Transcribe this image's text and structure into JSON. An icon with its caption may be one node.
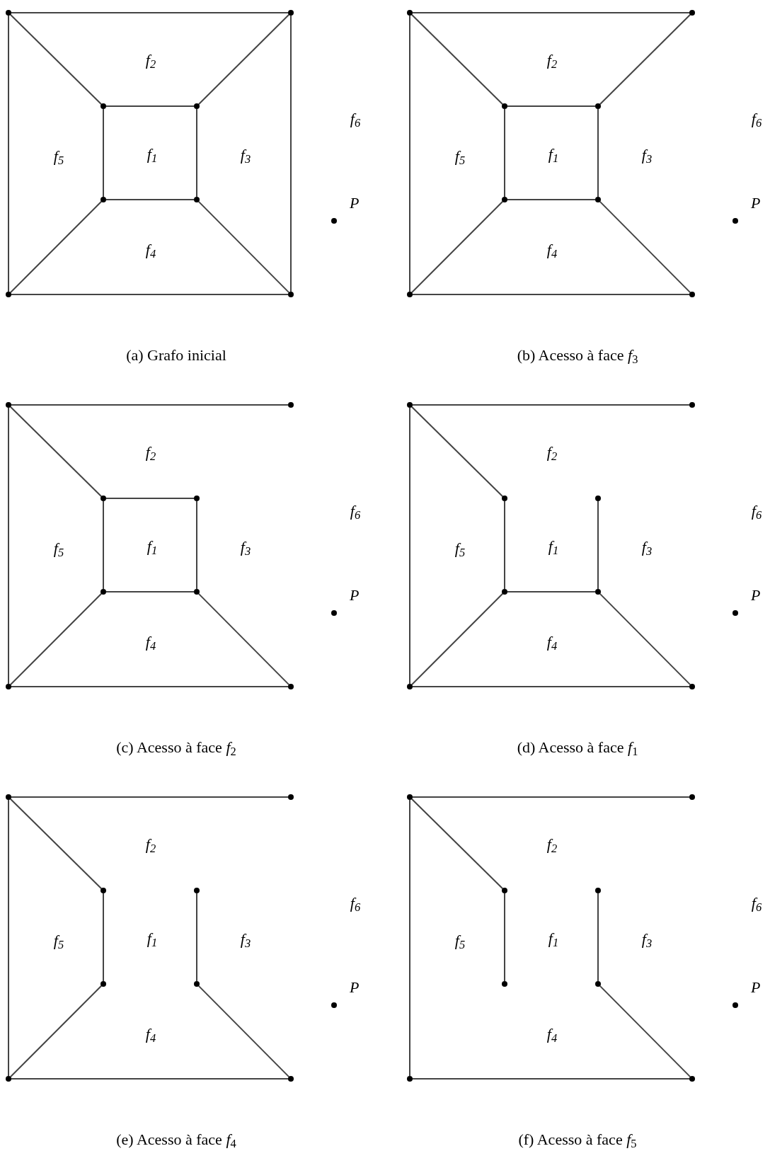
{
  "diagram": {
    "nodes": [
      {
        "text": [],
        "shape": "circle"
      },
      {
        "text": [],
        "shape": "circle"
      },
      {
        "text": [],
        "shape": "circle"
      },
      {
        "text": [],
        "shape": "circle"
      },
      {
        "text": [],
        "shape": "circle"
      },
      {
        "text": [],
        "shape": "circle"
      },
      {
        "text": [],
        "shape": "circle"
      },
      {
        "text": [],
        "shape": "circle"
      },
      {
        "text": [],
        "shape": "circle",
        "beside": [
          "P"
        ]
      },
      {
        "text": [],
        "shape": "circle"
      },
      {
        "text": [],
        "shape": "circle"
      },
      {
        "text": [],
        "shape": "circle"
      },
      {
        "text": [],
        "shape": "circle"
      },
      {
        "text": [],
        "shape": "circle"
      },
      {
        "text": [],
        "shape": "circle"
      },
      {
        "text": [],
        "shape": "circle"
      },
      {
        "text": [],
        "shape": "circle"
      },
      {
        "text": [],
        "shape": "circle",
        "beside": [
          "P"
        ]
      },
      {
        "text": [],
        "shape": "circle"
      },
      {
        "text": [],
        "shape": "circle"
      },
      {
        "text": [],
        "shape": "circle"
      },
      {
        "text": [],
        "shape": "circle"
      },
      {
        "text": [],
        "shape": "circle"
      },
      {
        "text": [],
        "shape": "circle"
      },
      {
        "text": [],
        "shape": "circle"
      },
      {
        "text": [],
        "shape": "circle"
      },
      {
        "text": [],
        "shape": "circle",
        "beside": [
          "P"
        ]
      },
      {
        "text": [],
        "shape": "circle"
      },
      {
        "text": [],
        "shape": "circle"
      },
      {
        "text": [],
        "shape": "circle"
      },
      {
        "text": [],
        "shape": "circle"
      },
      {
        "text": [],
        "shape": "circle"
      },
      {
        "text": [],
        "shape": "circle"
      },
      {
        "text": [],
        "shape": "circle"
      },
      {
        "text": [],
        "shape": "circle"
      },
      {
        "text": [],
        "shape": "circle",
        "beside": [
          "P"
        ]
      },
      {
        "text": [],
        "shape": "circle"
      },
      {
        "text": [],
        "shape": "circle"
      },
      {
        "text": [],
        "shape": "circle"
      },
      {
        "text": [],
        "shape": "circle"
      },
      {
        "text": [],
        "shape": "circle"
      },
      {
        "text": [],
        "shape": "circle"
      },
      {
        "text": [],
        "shape": "circle"
      },
      {
        "text": [],
        "shape": "circle"
      },
      {
        "text": [],
        "shape": "circle",
        "beside": [
          "P"
        ]
      },
      {
        "text": [],
        "shape": "circle"
      },
      {
        "text": [],
        "shape": "circle"
      },
      {
        "text": [],
        "shape": "circle"
      },
      {
        "text": [],
        "shape": "circle"
      },
      {
        "text": [],
        "shape": "circle"
      },
      {
        "text": [],
        "shape": "circle"
      },
      {
        "text": [],
        "shape": "circle"
      },
      {
        "text": [],
        "shape": "circle"
      },
      {
        "text": [],
        "shape": "circle",
        "beside": [
          "P"
        ]
      }
    ],
    "edges": [
      {
        "from": 0,
        "to": 1,
        "arrow": "none"
      },
      {
        "from": 0,
        "to": 2,
        "arrow": "none"
      },
      {
        "from": 1,
        "to": 3,
        "arrow": "none"
      },
      {
        "from": 0,
        "to": 6,
        "arrow": "none"
      },
      {
        "from": 1,
        "to": 7,
        "arrow": "none"
      },
      {
        "from": 2,
        "to": 3,
        "arrow": "none"
      },
      {
        "from": 2,
        "to": 4,
        "arrow": "none"
      },
      {
        "from": 3,
        "to": 5,
        "arrow": "none"
      },
      {
        "from": 4,
        "to": 5,
        "arrow": "none"
      },
      {
        "from": 4,
        "to": 6,
        "arrow": "none"
      },
      {
        "from": 5,
        "to": 7,
        "arrow": "none"
      },
      {
        "from": 6,
        "to": 7,
        "arrow": "none"
      },
      {
        "from": 9,
        "to": 10,
        "arrow": "none"
      },
      {
        "from": 9,
        "to": 11,
        "arrow": "none"
      },
      {
        "from": 10,
        "to": 12,
        "arrow": "none"
      },
      {
        "from": 9,
        "to": 15,
        "arrow": "none"
      },
      {
        "from": 11,
        "to": 12,
        "arrow": "none"
      },
      {
        "from": 11,
        "to": 13,
        "arrow": "none"
      },
      {
        "from": 12,
        "to": 14,
        "arrow": "none"
      },
      {
        "from": 13,
        "to": 14,
        "arrow": "none"
      },
      {
        "from": 13,
        "to": 15,
        "arrow": "none"
      },
      {
        "from": 14,
        "to": 16,
        "arrow": "none"
      },
      {
        "from": 15,
        "to": 16,
        "arrow": "none"
      },
      {
        "from": 18,
        "to": 19,
        "arrow": "none"
      },
      {
        "from": 18,
        "to": 20,
        "arrow": "none"
      },
      {
        "from": 18,
        "to": 24,
        "arrow": "none"
      },
      {
        "from": 20,
        "to": 21,
        "arrow": "none"
      },
      {
        "from": 20,
        "to": 22,
        "arrow": "none"
      },
      {
        "from": 21,
        "to": 23,
        "arrow": "none"
      },
      {
        "from": 22,
        "to": 23,
        "arrow": "none"
      },
      {
        "from": 22,
        "to": 24,
        "arrow": "none"
      },
      {
        "from": 23,
        "to": 25,
        "arrow": "none"
      },
      {
        "from": 24,
        "to": 25,
        "arrow": "none"
      },
      {
        "from": 27,
        "to": 28,
        "arrow": "none"
      },
      {
        "from": 27,
        "to": 29,
        "arrow": "none"
      },
      {
        "from": 27,
        "to": 33,
        "arrow": "none"
      },
      {
        "from": 29,
        "to": 31,
        "arrow": "none"
      },
      {
        "from": 30,
        "to": 32,
        "arrow": "none"
      },
      {
        "from": 31,
        "to": 32,
        "arrow": "none"
      },
      {
        "from": 31,
        "to": 33,
        "arrow": "none"
      },
      {
        "from": 32,
        "to": 34,
        "arrow": "none"
      },
      {
        "from": 33,
        "to": 34,
        "arrow": "none"
      },
      {
        "from": 36,
        "to": 37,
        "arrow": "none"
      },
      {
        "from": 36,
        "to": 38,
        "arrow": "none"
      },
      {
        "from": 36,
        "to": 42,
        "arrow": "none"
      },
      {
        "from": 38,
        "to": 40,
        "arrow": "none"
      },
      {
        "from": 39,
        "to": 41,
        "arrow": "none"
      },
      {
        "from": 40,
        "to": 42,
        "arrow": "none"
      },
      {
        "from": 41,
        "to": 43,
        "arrow": "none"
      },
      {
        "from": 42,
        "to": 43,
        "arrow": "none"
      },
      {
        "from": 45,
        "to": 46,
        "arrow": "none"
      },
      {
        "from": 45,
        "to": 47,
        "arrow": "none"
      },
      {
        "from": 45,
        "to": 51,
        "arrow": "none"
      },
      {
        "from": 47,
        "to": 49,
        "arrow": "none"
      },
      {
        "from": 48,
        "to": 50,
        "arrow": "none"
      },
      {
        "from": 50,
        "to": 52,
        "arrow": "none"
      },
      {
        "from": 51,
        "to": 52,
        "arrow": "none"
      }
    ],
    "labels": [
      "f$_{2}$",
      "f$_{6}$",
      "f$_{5}$",
      "f$_{1}$",
      "f$_{3}$",
      "f$_{4}$",
      "(a) Grafo inicial",
      "f$_{2}$",
      "f$_{6}$",
      "f$_{5}$",
      "f$_{1}$",
      "f$_{3}$",
      "f$_{4}$",
      "(b) Acesso à face *f*$_{3}$",
      "f$_{2}$",
      "f$_{6}$",
      "f$_{5}$",
      "f$_{1}$",
      "f$_{3}$",
      "f$_{4}$",
      "(c) Acesso à face *f*$_{2}$",
      "f$_{2}$",
      "f$_{6}$",
      "f$_{5}$",
      "f$_{1}$",
      "f$_{3}$",
      "f$_{4}$",
      "(d) Acesso à face *f*$_{1}$",
      "f$_{2}$",
      "f$_{6}$",
      "f$_{5}$",
      "f$_{1}$",
      "f$_{3}$",
      "f$_{4}$",
      "(e) Acesso à face *f*$_{4}$",
      "f$_{2}$",
      "f$_{6}$",
      "f$_{5}$",
      "f$_{1}$",
      "f$_{3}$",
      "f$_{4}$",
      "(f) Acesso à face *f*$_{5}$"
    ]
  }
}
